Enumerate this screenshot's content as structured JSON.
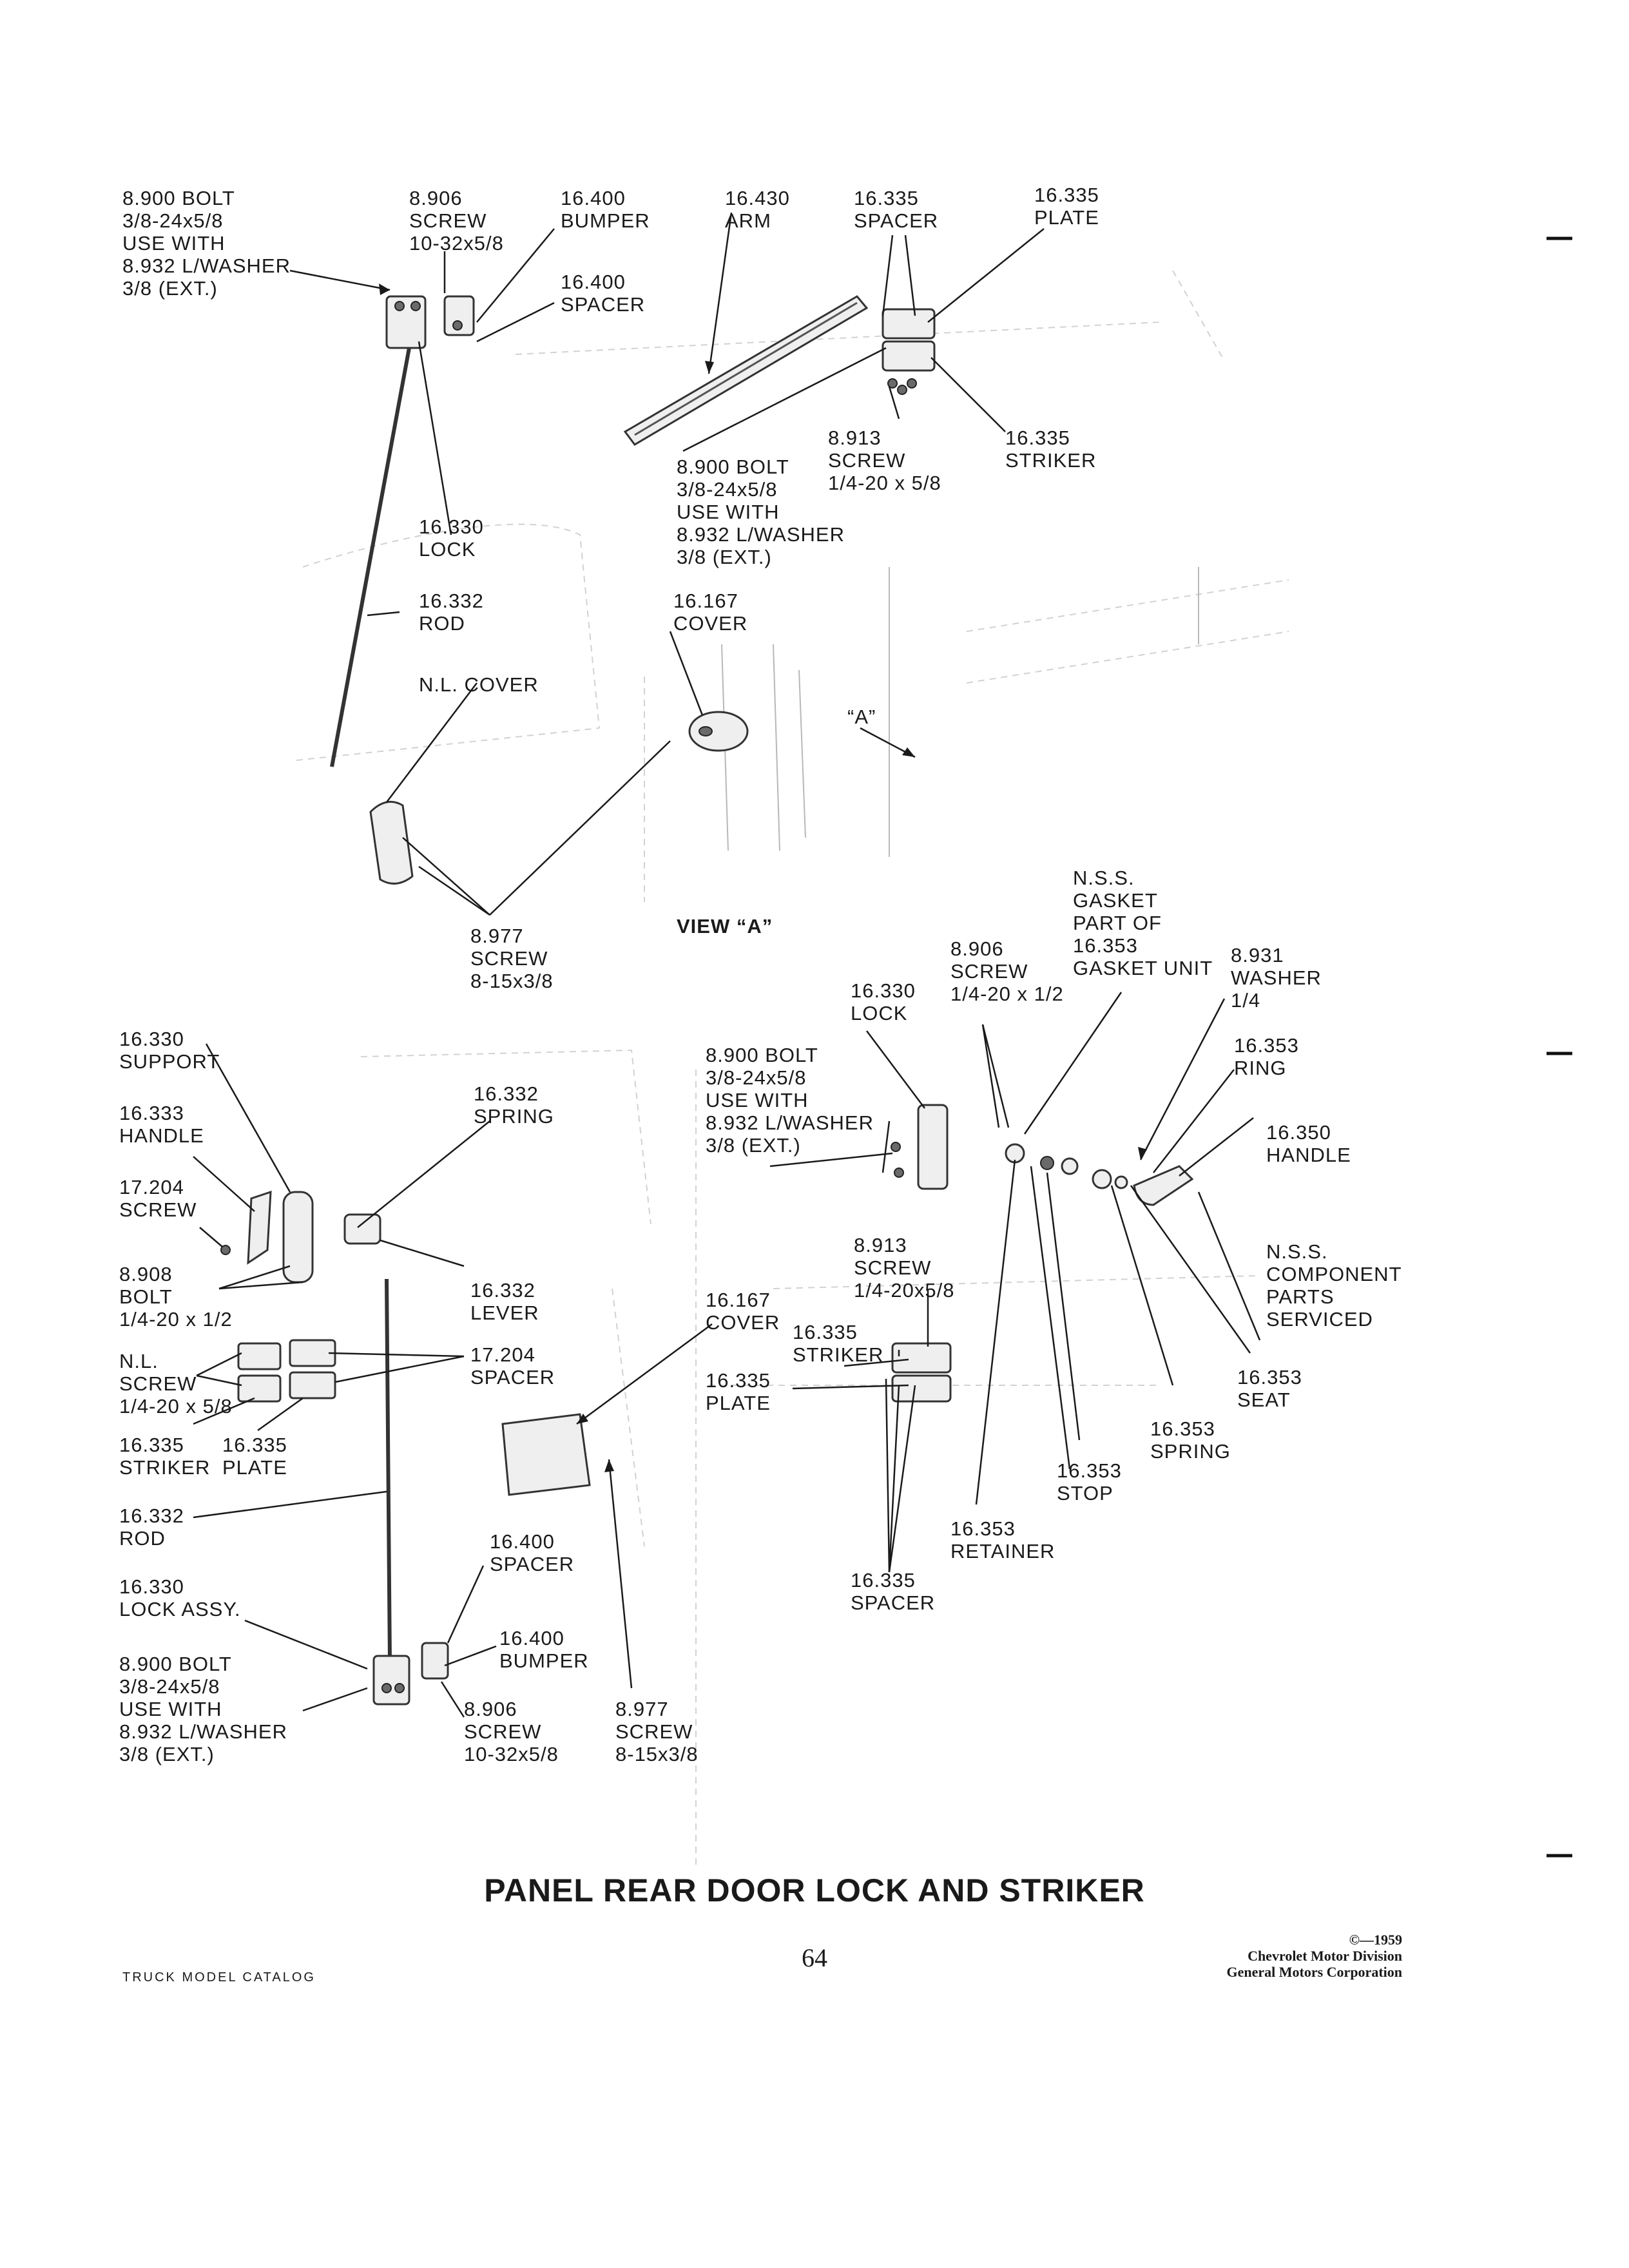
{
  "title": "PANEL REAR DOOR LOCK AND STRIKER",
  "page_number": "64",
  "catalog": "TRUCK MODEL CATALOG",
  "copyright": {
    "line1": "©—1959",
    "line2": "Chevrolet Motor Division",
    "line3": "General Motors Corporation"
  },
  "labels": {
    "bolt_top_left": "8.900 BOLT\n3/8-24x5/8\nUSE WITH\n8.932 L/WASHER\n3/8 (EXT.)",
    "screw_top": "8.906\nSCREW\n10-32x5/8",
    "bumper_top": "16.400\nBUMPER",
    "spacer_top": "16.400\nSPACER",
    "arm": "16.430\nARM",
    "spacer_335_top": "16.335\nSPACER",
    "plate_335_top": "16.335\nPLATE",
    "screw_913_top": "8.913\nSCREW\n1/4-20 x 5/8",
    "striker_335_top": "16.335\nSTRIKER",
    "bolt_top_middle": "8.900 BOLT\n3/8-24x5/8\nUSE WITH\n8.932 L/WASHER\n3/8 (EXT.)",
    "lock_330_top": "16.330\nLOCK",
    "rod_332_top": "16.332\nROD",
    "cover_167_top": "16.167\nCOVER",
    "nl_cover": "N.L. COVER",
    "view_a_callout": "“A”",
    "screw_977_mid": "8.977\nSCREW\n8-15x3/8",
    "view_a": "VIEW “A”",
    "nss_gasket": "N.S.S.\nGASKET\nPART OF\n16.353\nGASKET UNIT",
    "screw_906_mid": "8.906\nSCREW\n1/4-20 x 1/2",
    "lock_330_mid": "16.330\nLOCK",
    "washer_931": "8.931\nWASHER\n1/4",
    "support_330": "16.330\nSUPPORT",
    "spring_332": "16.332\nSPRING",
    "bolt_mid_right": "8.900 BOLT\n3/8-24x5/8\nUSE WITH\n8.932 L/WASHER\n3/8 (EXT.)",
    "ring_353": "16.353\nRING",
    "handle_333": "16.333\nHANDLE",
    "handle_350": "16.350\nHANDLE",
    "screw_204": "17.204\nSCREW",
    "bolt_908": "8.908\nBOLT\n1/4-20 x 1/2",
    "lever_332": "16.332\nLEVER",
    "screw_913_mid": "8.913\nSCREW\n1/4-20x5/8",
    "cover_167_mid": "16.167\nCOVER",
    "nss_component": "N.S.S.\nCOMPONENT\nPARTS\nSERVICED",
    "nl_screw": "N.L.\nSCREW\n1/4-20 x 5/8",
    "spacer_204": "17.204\nSPACER",
    "striker_335_mid": "16.335\nSTRIKER",
    "plate_335_mid": "16.335\nPLATE",
    "seat_353": "16.353\nSEAT",
    "striker_335_low": "16.335\nSTRIKER",
    "plate_335_low": "16.335\nPLATE",
    "spring_353": "16.353\nSPRING",
    "stop_353": "16.353\nSTOP",
    "rod_332_low": "16.332\nROD",
    "spacer_400_low": "16.400\nSPACER",
    "retainer_353": "16.353\nRETAINER",
    "lock_assy_330": "16.330\nLOCK ASSY.",
    "bumper_400_low": "16.400\nBUMPER",
    "spacer_335_low": "16.335\nSPACER",
    "bolt_bottom_left": "8.900 BOLT\n3/8-24x5/8\nUSE WITH\n8.932 L/WASHER\n3/8 (EXT.)",
    "screw_906_low": "8.906\nSCREW\n10-32x5/8",
    "screw_977_low": "8.977\nSCREW\n8-15x3/8"
  }
}
